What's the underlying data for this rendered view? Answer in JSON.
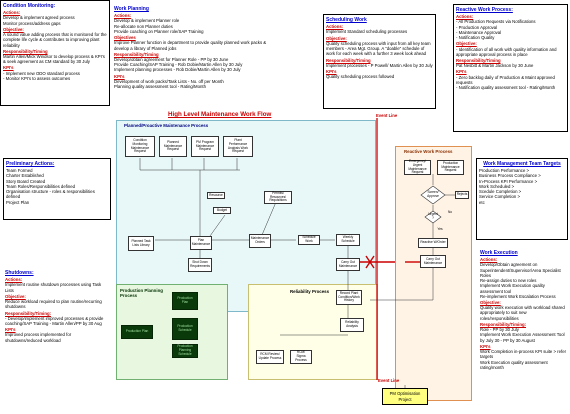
{
  "condition_monitoring": {
    "title": "Condition Monitoring:",
    "actions_h": "Actions:",
    "actions": [
      "Develop & implement agreed process",
      "Monitor process/address gaps"
    ],
    "objective_h": "Objective:",
    "objective": "A sound value adding process that is monitored for the complete life cycle & contributes to improving plant reliability",
    "resp_h": "Responsibility/Timing",
    "resp": "Martin Allen/Mick Windsor to develop process & KPI's & seek agreement as CM standard by 30 July",
    "kpi_h": "KPI's",
    "kpis": [
      "- Implement new ODO standard process",
      "- Monitor KPI's to assess outcomes"
    ]
  },
  "work_planning": {
    "title": "Work Planning",
    "actions_h": "Actions:",
    "actions": [
      "Develop & implement Planner role",
      "Re-allocate non Planner duties",
      "Provide coaching on Planner role/SAP Training"
    ],
    "objective_h": "Objectives",
    "objective": "Improve Planner function in department to provide quality planned work packs & develop a library of Planned jobs",
    "resp_h": "Responsibility/Timing",
    "resp": [
      "Develop/obtain agreement for Planner Role - PP by 30 June",
      "Provide Coaching/SAP Training - Rob Dobie/Martin Allen by 30 July",
      "Implement planning processes - Rob Dobie/Martin Allen by 30 July"
    ],
    "kpi_h": "KPI's",
    "kpis": [
      "Development of work packs/Task Lists - No. off per Month",
      "Planning quality assessment tool - Rating/Month"
    ]
  },
  "scheduling_work": {
    "title": "Scheduling Work",
    "actions_h": "Actions:",
    "actions": [
      "Implement Standard scheduling processes"
    ],
    "objective_h": "Objective:",
    "objective": "Quality scheduling process with input from all key team members - Area Mgt. Group. A \"doable\" schedule of work for each week with a further 3 week look ahead",
    "resp_h": "Responsibility/Timing",
    "resp": "Implement processes - P Powell/ Martin Allen by 30 July",
    "kpi_h": "KPI's",
    "kpis": [
      "Quality scheduling process followed"
    ]
  },
  "reactive_work_box": {
    "title": "Reactive Work Process:",
    "actions_h": "Actions:",
    "actions": [
      "- All Production Requests via Notifications",
      "- Production Approval",
      "- Maintenance Approval",
      "- Notification Quality"
    ],
    "objective_h": "Objective:",
    "objective": "- Identification of all work with quality information and appropriate approval process in place",
    "resp_h": "Responsibility/Timing",
    "resp": "Pat Nesbitt & Martin Jackson by 30 June",
    "kpi_h": "KPI's",
    "kpis": [
      "- Zero backlog daily of Production & Maint approved requests",
      "- Notification quality assessment tool - Rating/Month"
    ]
  },
  "preliminary_actions": {
    "title": "Preliminary Actions:",
    "items": [
      "Team Formed",
      "Charter Established",
      "Story Board Created",
      "Team Roles/Responsibilities defined",
      "Organisation structure - roles & responsibilities defined",
      "Project Plan"
    ]
  },
  "shutdowns": {
    "title": "Shutdowns:",
    "actions_h": "Actions:",
    "actions": [
      "Implement routine shutdown processes using Task Lists"
    ],
    "objective_h": "Objective:",
    "objective": "Reduce workload required to plan routine/recurring shutdowns",
    "resp_h": "Responsibility/Timing:",
    "resp": "- Develop/implement improved processes & provide coaching/SAP Training - Martin Allen/PP by 30 Aug",
    "kpi_h": "KPI's",
    "kpis": [
      "Improved process implemented for shutdowns/reduced workload"
    ]
  },
  "wm_team_targets": {
    "title": "Work Management Team Targets",
    "items": [
      "Production Performance >",
      "Business Process Compliance >",
      "In-Process KPI Performance >",
      "Work Scheduled >",
      "Scedule Completion >",
      "Service Completion >",
      "etc"
    ]
  },
  "work_execution": {
    "title": "Work Execution",
    "actions_h": "Actions:",
    "actions": [
      "Develop/Obtain agreement on Superintendent/Supervisor/Area Specialist Roles",
      "Re-assign duties to new roles",
      "Implement Work Execution quality assessment tool",
      "Re-implement Work Escalation Process"
    ],
    "objective_h": "Objective:",
    "objective": "Quality work execution with workload shared appropriately to suit new roles/responsibilities",
    "resp_h": "Responsibility/Timing:",
    "resp": [
      "Role - PP by 30 July",
      "Implement Work Execution Assessment Tool by July 30 - PP by 30 August"
    ],
    "kpi_h": "KPI's",
    "kpis": [
      "Work Completion in-process KPI suite > refer targets",
      "Work Execution quality assessment rating/month"
    ]
  },
  "diagram": {
    "main_title": "High Level Maintenance Work Flow",
    "event_line_top": "Event Line",
    "event_line_mid": "Event Line",
    "event_line_bottom": "Event Line",
    "planned_title": "Planned/Proactive Maintenance Process",
    "reactive_title": "Reactive Work Process",
    "pm_planning_title": "Production Planning Process",
    "reliability_title": "Reliability Process",
    "pm_optimisation": "PM Optimisation Project",
    "nodes": {
      "cm_request": "Condition Monitoring Maintenance Request",
      "planned_request": "Planned Maintenance Request",
      "pm_program": "PM Program Maintenance Request",
      "plant_perf": "Plant Performance Analysis Work Request",
      "permits": "Permits/ Resources/ Requisitions",
      "resource": "Resource",
      "budget": "Budget",
      "planned_tasks": "Planned Task Lists Library",
      "plan_maint": "Plan Maintenance",
      "maint_orders": "Maintenance Orders",
      "schedule_work": "Schedule Work",
      "weekly_schedule": "Weekly Schedule",
      "shutdown": "Shut Down Requirements",
      "carry_out_top": "Carry Out Maintenance",
      "prod_plan_a": "Production Plan",
      "prod_plan_b": "Production Schedule",
      "prod_plan_c": "Production Plan",
      "prod_plan_d": "Production Planning Schedule",
      "record_plant": "Record Plant Condition/Work History",
      "rcm_review": "RCM Review/ Update Process",
      "rcm_sigma": "RCM/ Sigma Process",
      "reliability_analysis": "Reliability Analysis",
      "emergency": "Emergency/ Urgent Maintenance Request",
      "prod_maint_req": "Production Maintenance Request",
      "screen": "Screen/ Approve",
      "rejects": "Rejects",
      "urgent": "Urgent ?",
      "reactive_order": "Reactive W/Order",
      "carry_out_right": "Carry Out Maintenance",
      "yes": "Yes",
      "no": "No"
    }
  }
}
